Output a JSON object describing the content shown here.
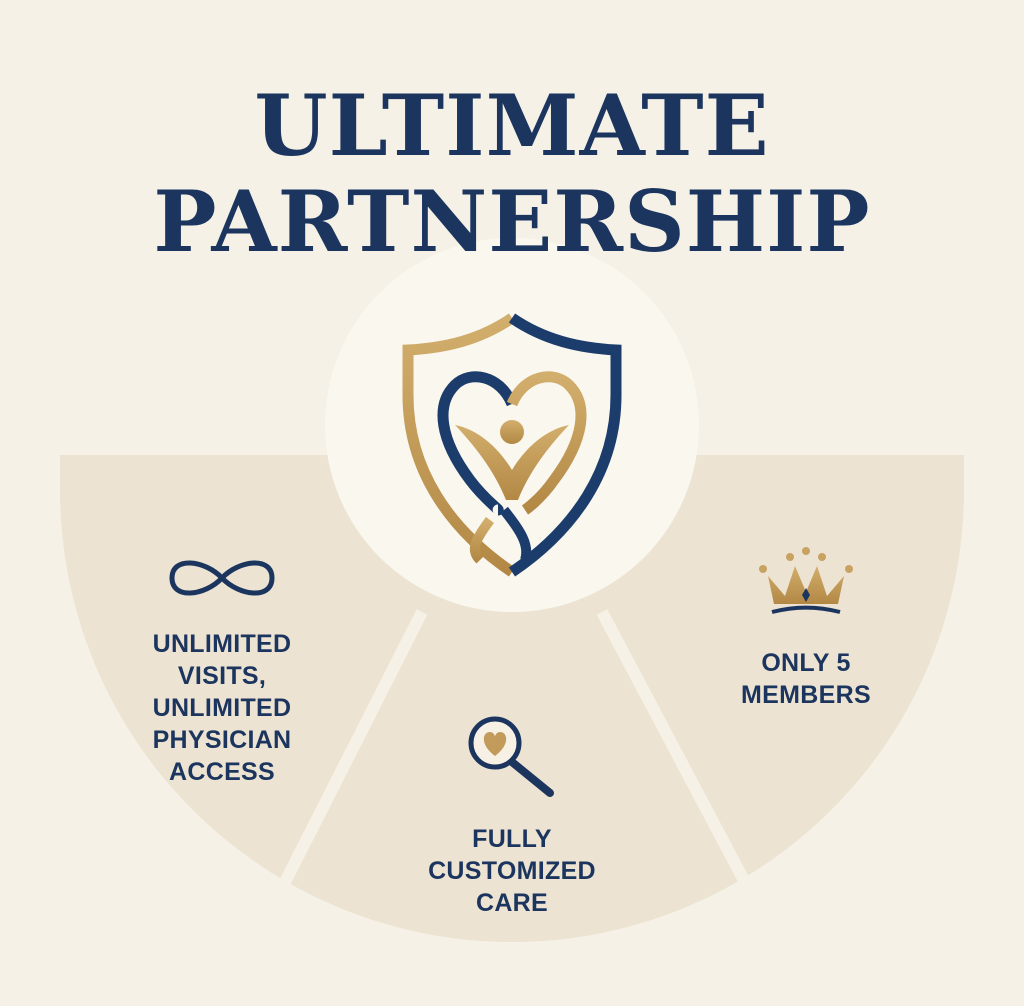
{
  "title": {
    "line1": "ULTIMATE",
    "line2": "PARTNERSHIP"
  },
  "logo": {
    "icon": "shield-heart-person-icon"
  },
  "features": [
    {
      "icon": "infinity-icon",
      "lines": [
        "UNLIMITED",
        "VISITS,",
        "UNLIMITED",
        "PHYSICIAN",
        "ACCESS"
      ]
    },
    {
      "icon": "magnifier-heart-icon",
      "lines": [
        "FULLY",
        "CUSTOMIZED",
        "CARE"
      ]
    },
    {
      "icon": "crown-icon",
      "lines": [
        "ONLY 5",
        "MEMBERS"
      ]
    }
  ],
  "colors": {
    "navy": "#1c355e",
    "gold": "#c29b5a",
    "background": "#f6f1e6",
    "panel": "#ece3d2"
  }
}
